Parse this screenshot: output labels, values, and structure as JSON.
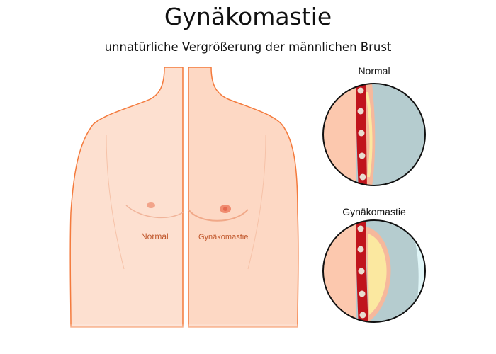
{
  "title": "Gynäkomastie",
  "subtitle": "unnatürliche Vergrößerung der männlichen Brust",
  "torso": {
    "left_label": "Normal",
    "right_label": "Gynäkomastie"
  },
  "insets": [
    {
      "label": "Normal"
    },
    {
      "label": "Gynäkomastie"
    }
  ],
  "colors": {
    "skin_left": "#fde0d0",
    "skin_right": "#fdd8c4",
    "outline": "#f47a3c",
    "muscle": "#c0141c",
    "fat": "#fbe8a0",
    "background_tissue": "#b5cccf"
  }
}
